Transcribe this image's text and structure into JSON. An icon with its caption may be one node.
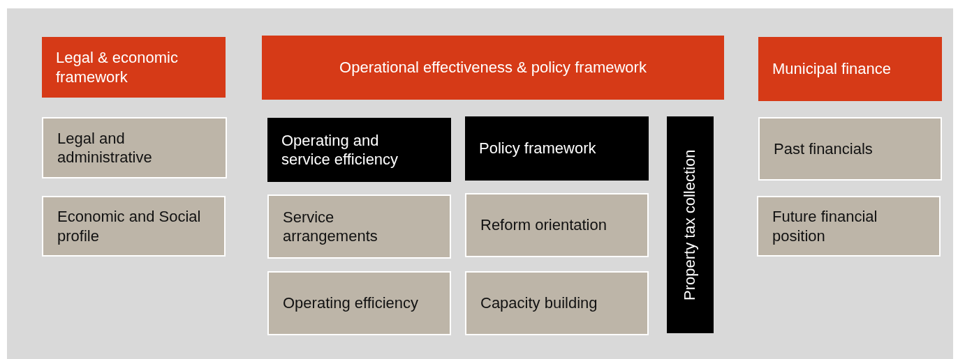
{
  "diagram": {
    "nodes": [
      {
        "text": [
          "Legal & economic framework"
        ]
      },
      {
        "text": [
          "Legal and administrative"
        ]
      },
      {
        "text": [
          "Economic and Social profile"
        ]
      },
      {
        "text": [
          "Operational effectiveness & policy framework"
        ]
      },
      {
        "text": [
          "Operating and service efficiency"
        ]
      },
      {
        "text": [
          "Policy framework"
        ]
      },
      {
        "text": [
          "Property tax collection"
        ]
      },
      {
        "text": [
          "Service arrangements"
        ]
      },
      {
        "text": [
          "Reform orientation"
        ]
      },
      {
        "text": [
          "Operating efficiency"
        ]
      },
      {
        "text": [
          "Capacity building"
        ]
      },
      {
        "text": [
          "Municipal finance"
        ]
      },
      {
        "text": [
          "Past financials"
        ]
      },
      {
        "text": [
          "Future financial position"
        ]
      }
    ]
  }
}
